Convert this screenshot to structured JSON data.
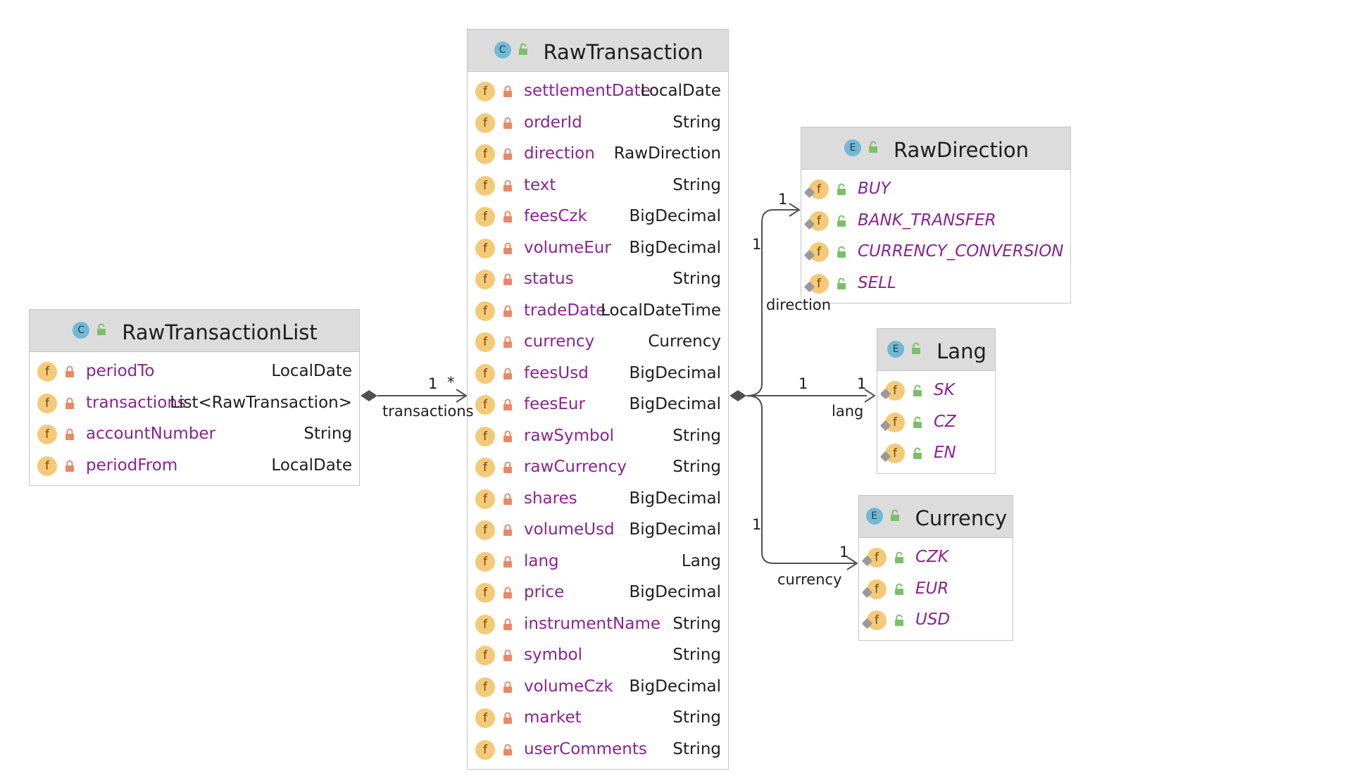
{
  "classes": [
    {
      "name": "RawTransactionList",
      "kind": "C",
      "fields": [
        {
          "name": "periodTo",
          "type": "LocalDate"
        },
        {
          "name": "transactions",
          "type": "List<RawTransaction>"
        },
        {
          "name": "accountNumber",
          "type": "String"
        },
        {
          "name": "periodFrom",
          "type": "LocalDate"
        }
      ]
    },
    {
      "name": "RawTransaction",
      "kind": "C",
      "fields": [
        {
          "name": "settlementDate",
          "type": "LocalDate"
        },
        {
          "name": "orderId",
          "type": "String"
        },
        {
          "name": "direction",
          "type": "RawDirection"
        },
        {
          "name": "text",
          "type": "String"
        },
        {
          "name": "feesCzk",
          "type": "BigDecimal"
        },
        {
          "name": "volumeEur",
          "type": "BigDecimal"
        },
        {
          "name": "status",
          "type": "String"
        },
        {
          "name": "tradeDate",
          "type": "LocalDateTime"
        },
        {
          "name": "currency",
          "type": "Currency"
        },
        {
          "name": "feesUsd",
          "type": "BigDecimal"
        },
        {
          "name": "feesEur",
          "type": "BigDecimal"
        },
        {
          "name": "rawSymbol",
          "type": "String"
        },
        {
          "name": "rawCurrency",
          "type": "String"
        },
        {
          "name": "shares",
          "type": "BigDecimal"
        },
        {
          "name": "volumeUsd",
          "type": "BigDecimal"
        },
        {
          "name": "lang",
          "type": "Lang"
        },
        {
          "name": "price",
          "type": "BigDecimal"
        },
        {
          "name": "instrumentName",
          "type": "String"
        },
        {
          "name": "symbol",
          "type": "String"
        },
        {
          "name": "volumeCzk",
          "type": "BigDecimal"
        },
        {
          "name": "market",
          "type": "String"
        },
        {
          "name": "userComments",
          "type": "String"
        }
      ]
    },
    {
      "name": "RawDirection",
      "kind": "E",
      "fields": [
        {
          "name": "BUY",
          "type": ""
        },
        {
          "name": "BANK_TRANSFER",
          "type": ""
        },
        {
          "name": "CURRENCY_CONVERSION",
          "type": ""
        },
        {
          "name": "SELL",
          "type": ""
        }
      ]
    },
    {
      "name": "Lang",
      "kind": "E",
      "fields": [
        {
          "name": "SK",
          "type": ""
        },
        {
          "name": "CZ",
          "type": ""
        },
        {
          "name": "EN",
          "type": ""
        }
      ]
    },
    {
      "name": "Currency",
      "kind": "E",
      "fields": [
        {
          "name": "CZK",
          "type": ""
        },
        {
          "name": "EUR",
          "type": ""
        },
        {
          "name": "USD",
          "type": ""
        }
      ]
    }
  ],
  "relations": [
    {
      "from": "RawTransactionList",
      "to": "RawTransaction",
      "role": "transactions",
      "source_mult": "1",
      "target_mult": "*"
    },
    {
      "from": "RawTransaction",
      "to": "RawDirection",
      "role": "direction",
      "source_mult": "1",
      "target_mult": "1"
    },
    {
      "from": "RawTransaction",
      "to": "Lang",
      "role": "lang",
      "source_mult": "1",
      "target_mult": "1"
    },
    {
      "from": "RawTransaction",
      "to": "Currency",
      "role": "currency",
      "source_mult": "1",
      "target_mult": "1"
    }
  ],
  "colors": {
    "header_bg": "#dcdcdc",
    "border": "#c6c6c6",
    "field_name": "#8a2392",
    "type_text": "#1e1e1e",
    "field_icon": "#f4c978",
    "class_icon": "#70b9d6",
    "private_lock": "#e8896a",
    "public_lock": "#7bbf6a",
    "connector": "#505050"
  },
  "icons": {
    "class": "class-icon",
    "enum": "enum-icon",
    "field": "field-icon",
    "static_field": "static-field-icon",
    "private": "private-lock-icon",
    "public": "public-lock-icon"
  }
}
